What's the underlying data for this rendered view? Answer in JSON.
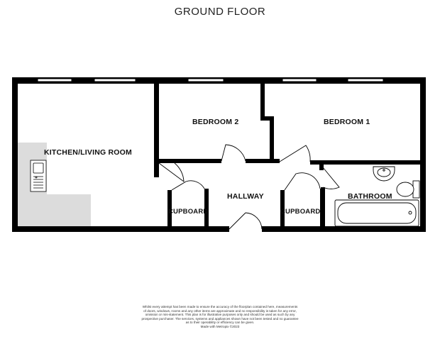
{
  "plan": {
    "title": "GROUND FLOOR",
    "rooms": {
      "kitchen": "KITCHEN/LIVING ROOM",
      "bedroom2": "BEDROOM 2",
      "bedroom1": "BEDROOM 1",
      "hallway": "HALLWAY",
      "bathroom": "BATHROOM",
      "cupboard_left": "CUPBOARD",
      "cupboard_right": "CUPBOARD"
    },
    "disclaimer": [
      "Whilst every attempt has been made to ensure the accuracy of the floorplan contained here, measurements",
      "of doors, windows, rooms and any other items are approximate and no responsibility is taken for any error,",
      "omission or mis-statement. This plan is for illustrative purposes only and should be used as such by any",
      "prospective purchaser. The services, systems and appliances shown have not been tested and no guarantee",
      "as to their operability or efficiency can be given.",
      "Made with Metropix ©2023"
    ]
  }
}
